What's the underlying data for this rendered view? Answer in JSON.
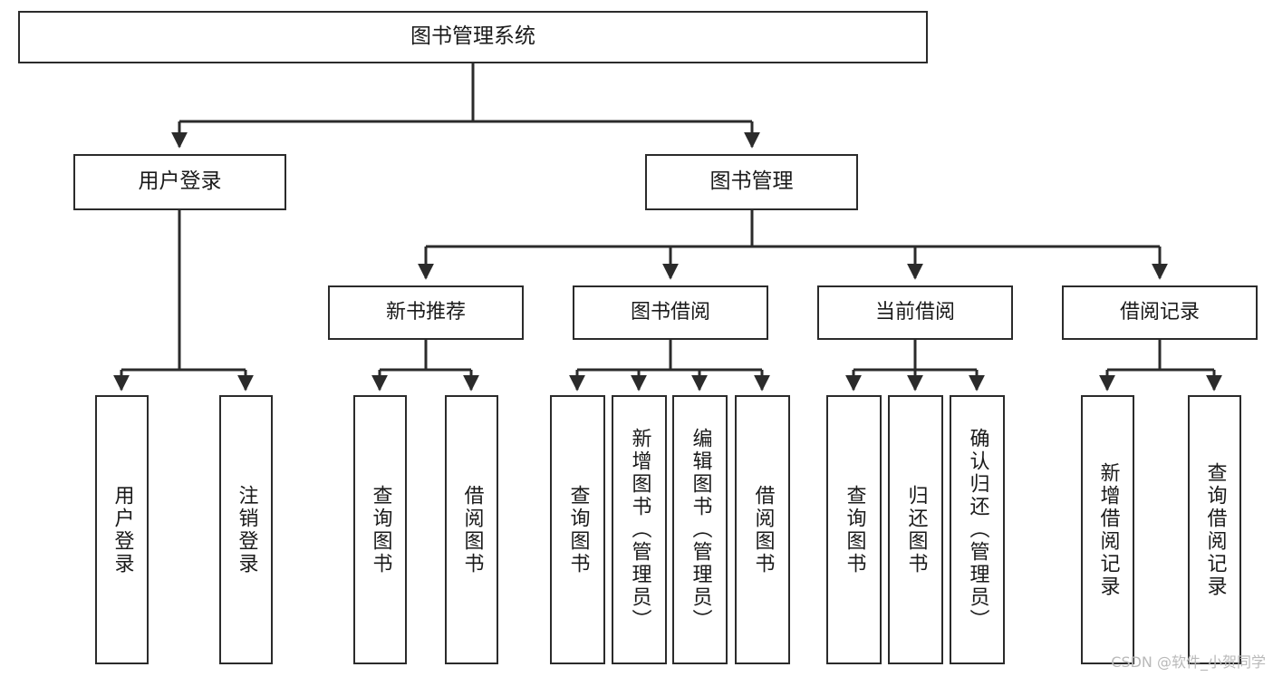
{
  "diagram": {
    "title": "图书管理系统",
    "watermark": "CSDN @软件_小贺同学",
    "line_color": "#2b2b2b",
    "box_fill": "#ffffff",
    "text_color": "#1a1a1a",
    "root": {
      "label": "图书管理系统"
    },
    "level2": [
      {
        "label": "用户登录"
      },
      {
        "label": "图书管理"
      }
    ],
    "level3": [
      {
        "label": "新书推荐"
      },
      {
        "label": "图书借阅"
      },
      {
        "label": "当前借阅"
      },
      {
        "label": "借阅记录"
      }
    ],
    "leaves": {
      "user_login": [
        {
          "label": "用户登录"
        },
        {
          "label": "注销登录"
        }
      ],
      "new_book_recommend": [
        {
          "label": "查询图书"
        },
        {
          "label": "借阅图书"
        }
      ],
      "book_borrow": [
        {
          "label": "查询图书"
        },
        {
          "label": "新增图书（管理员）"
        },
        {
          "label": "编辑图书（管理员）"
        },
        {
          "label": "借阅图书"
        }
      ],
      "current_borrow": [
        {
          "label": "查询图书"
        },
        {
          "label": "归还图书"
        },
        {
          "label": "确认归还（管理员）"
        }
      ],
      "borrow_records": [
        {
          "label": "新增借阅记录"
        },
        {
          "label": "查询借阅记录"
        }
      ]
    }
  }
}
